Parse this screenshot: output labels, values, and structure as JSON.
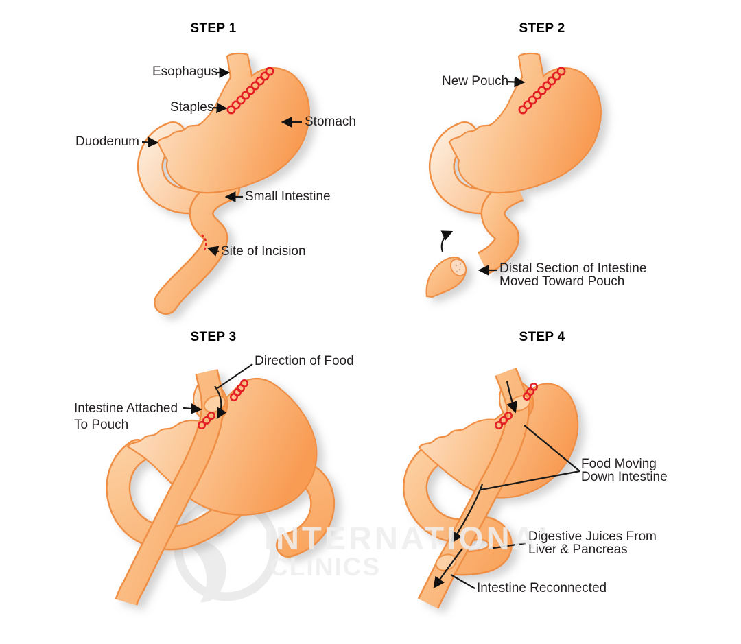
{
  "figure": {
    "subject": "Gastric bypass surgery steps diagram",
    "watermark": {
      "line1": "INTERNATIONAL",
      "line2": "CLINICS"
    },
    "colors": {
      "organ_orange": "#F89B53",
      "organ_pale": "#FDE4CD",
      "outline_orange": "#EF8F45",
      "staple_red": "#E31E24",
      "label_black": "#231F20",
      "watermark_gray": "#EEEEEE"
    },
    "steps": [
      {
        "title": "STEP 1",
        "labels": {
          "esophagus": "Esophagus",
          "staples": "Staples",
          "stomach": "Stomach",
          "duodenum": "Duodenum",
          "small_intestine": "Small Intestine",
          "site_of_incision": "Site of Incision"
        }
      },
      {
        "title": "STEP 2",
        "labels": {
          "new_pouch": "New Pouch",
          "distal_line1": "Distal Section of Intestine",
          "distal_line2": "Moved Toward Pouch"
        }
      },
      {
        "title": "STEP 3",
        "labels": {
          "direction_of_food": "Direction of Food",
          "attached_line1": "Intestine Attached",
          "attached_line2": "To Pouch"
        }
      },
      {
        "title": "STEP 4",
        "labels": {
          "food_line1": "Food Moving",
          "food_line2": "Down Intestine",
          "juices_line1": "Digestive Juices From",
          "juices_line2": "Liver & Pancreas",
          "reconnected": "Intestine Reconnected"
        }
      }
    ]
  }
}
